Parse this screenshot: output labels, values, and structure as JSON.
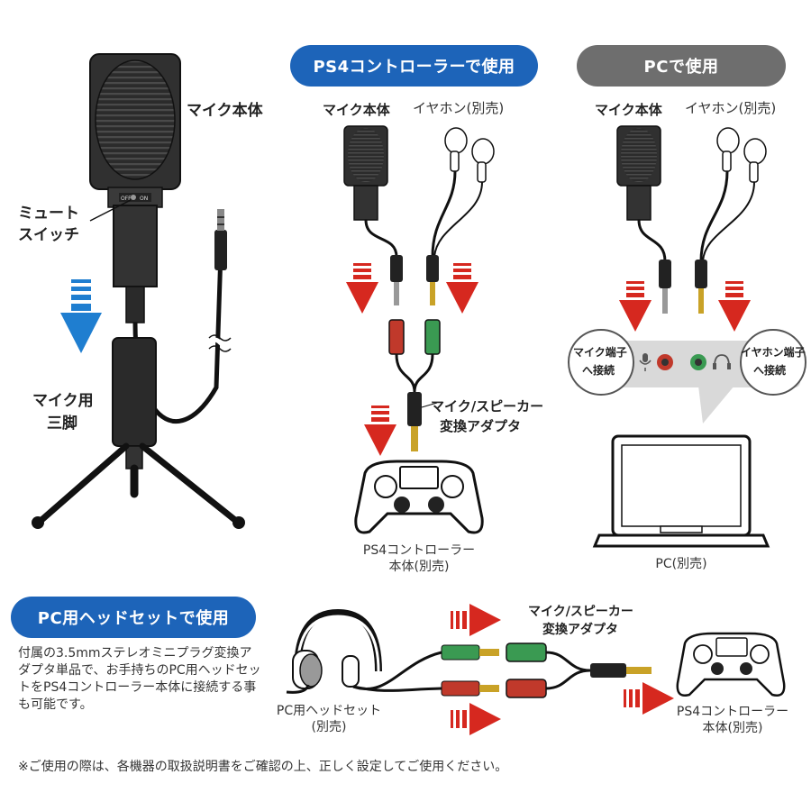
{
  "section1": {
    "mic_body": "マイク本体",
    "mute_switch_line1": "ミュート",
    "mute_switch_line2": "スイッチ",
    "mic_stand_line1": "マイク用",
    "mic_stand_line2": "三脚",
    "switch_off": "OFF",
    "switch_on": "ON"
  },
  "section_ps4": {
    "title": "PS4コントローラーで使用",
    "mic_body": "マイク本体",
    "earphone": "イヤホン(別売)",
    "adapter_line1": "マイク/スピーカー",
    "adapter_line2": "変換アダプタ",
    "controller_line1": "PS4コントローラー",
    "controller_line2": "本体(別売)"
  },
  "section_pc": {
    "title": "PCで使用",
    "mic_body": "マイク本体",
    "earphone": "イヤホン(別売)",
    "mic_jack_line1": "マイク端子",
    "mic_jack_line2": "へ接続",
    "ear_jack_line1": "イヤホン端子",
    "ear_jack_line2": "へ接続",
    "pc_label": "PC(別売)"
  },
  "section_headset": {
    "title": "PC用ヘッドセットで使用",
    "description": "付属の3.5mmステレオミニプラグ変換アダプタ単品で、お手持ちのPC用ヘッドセットをPS4コントローラー本体に接続する事も可能です。",
    "headset_line1": "PC用ヘッドセット",
    "headset_line2": "(別売)",
    "adapter_line1": "マイク/スピーカー",
    "adapter_line2": "変換アダプタ",
    "controller_line1": "PS4コントローラー",
    "controller_line2": "本体(別売)"
  },
  "footnote": "※ご使用の際は、各機器の取扱説明書をご確認の上、正しく設定してご使用ください。",
  "colors": {
    "accent_blue": "#1d64b9",
    "header_gray": "#6e6e6e",
    "arrow_red": "#d6281f",
    "arrow_blue": "#1f7ed0",
    "plug_green": "#3a9a52",
    "plug_red": "#c0392b"
  }
}
